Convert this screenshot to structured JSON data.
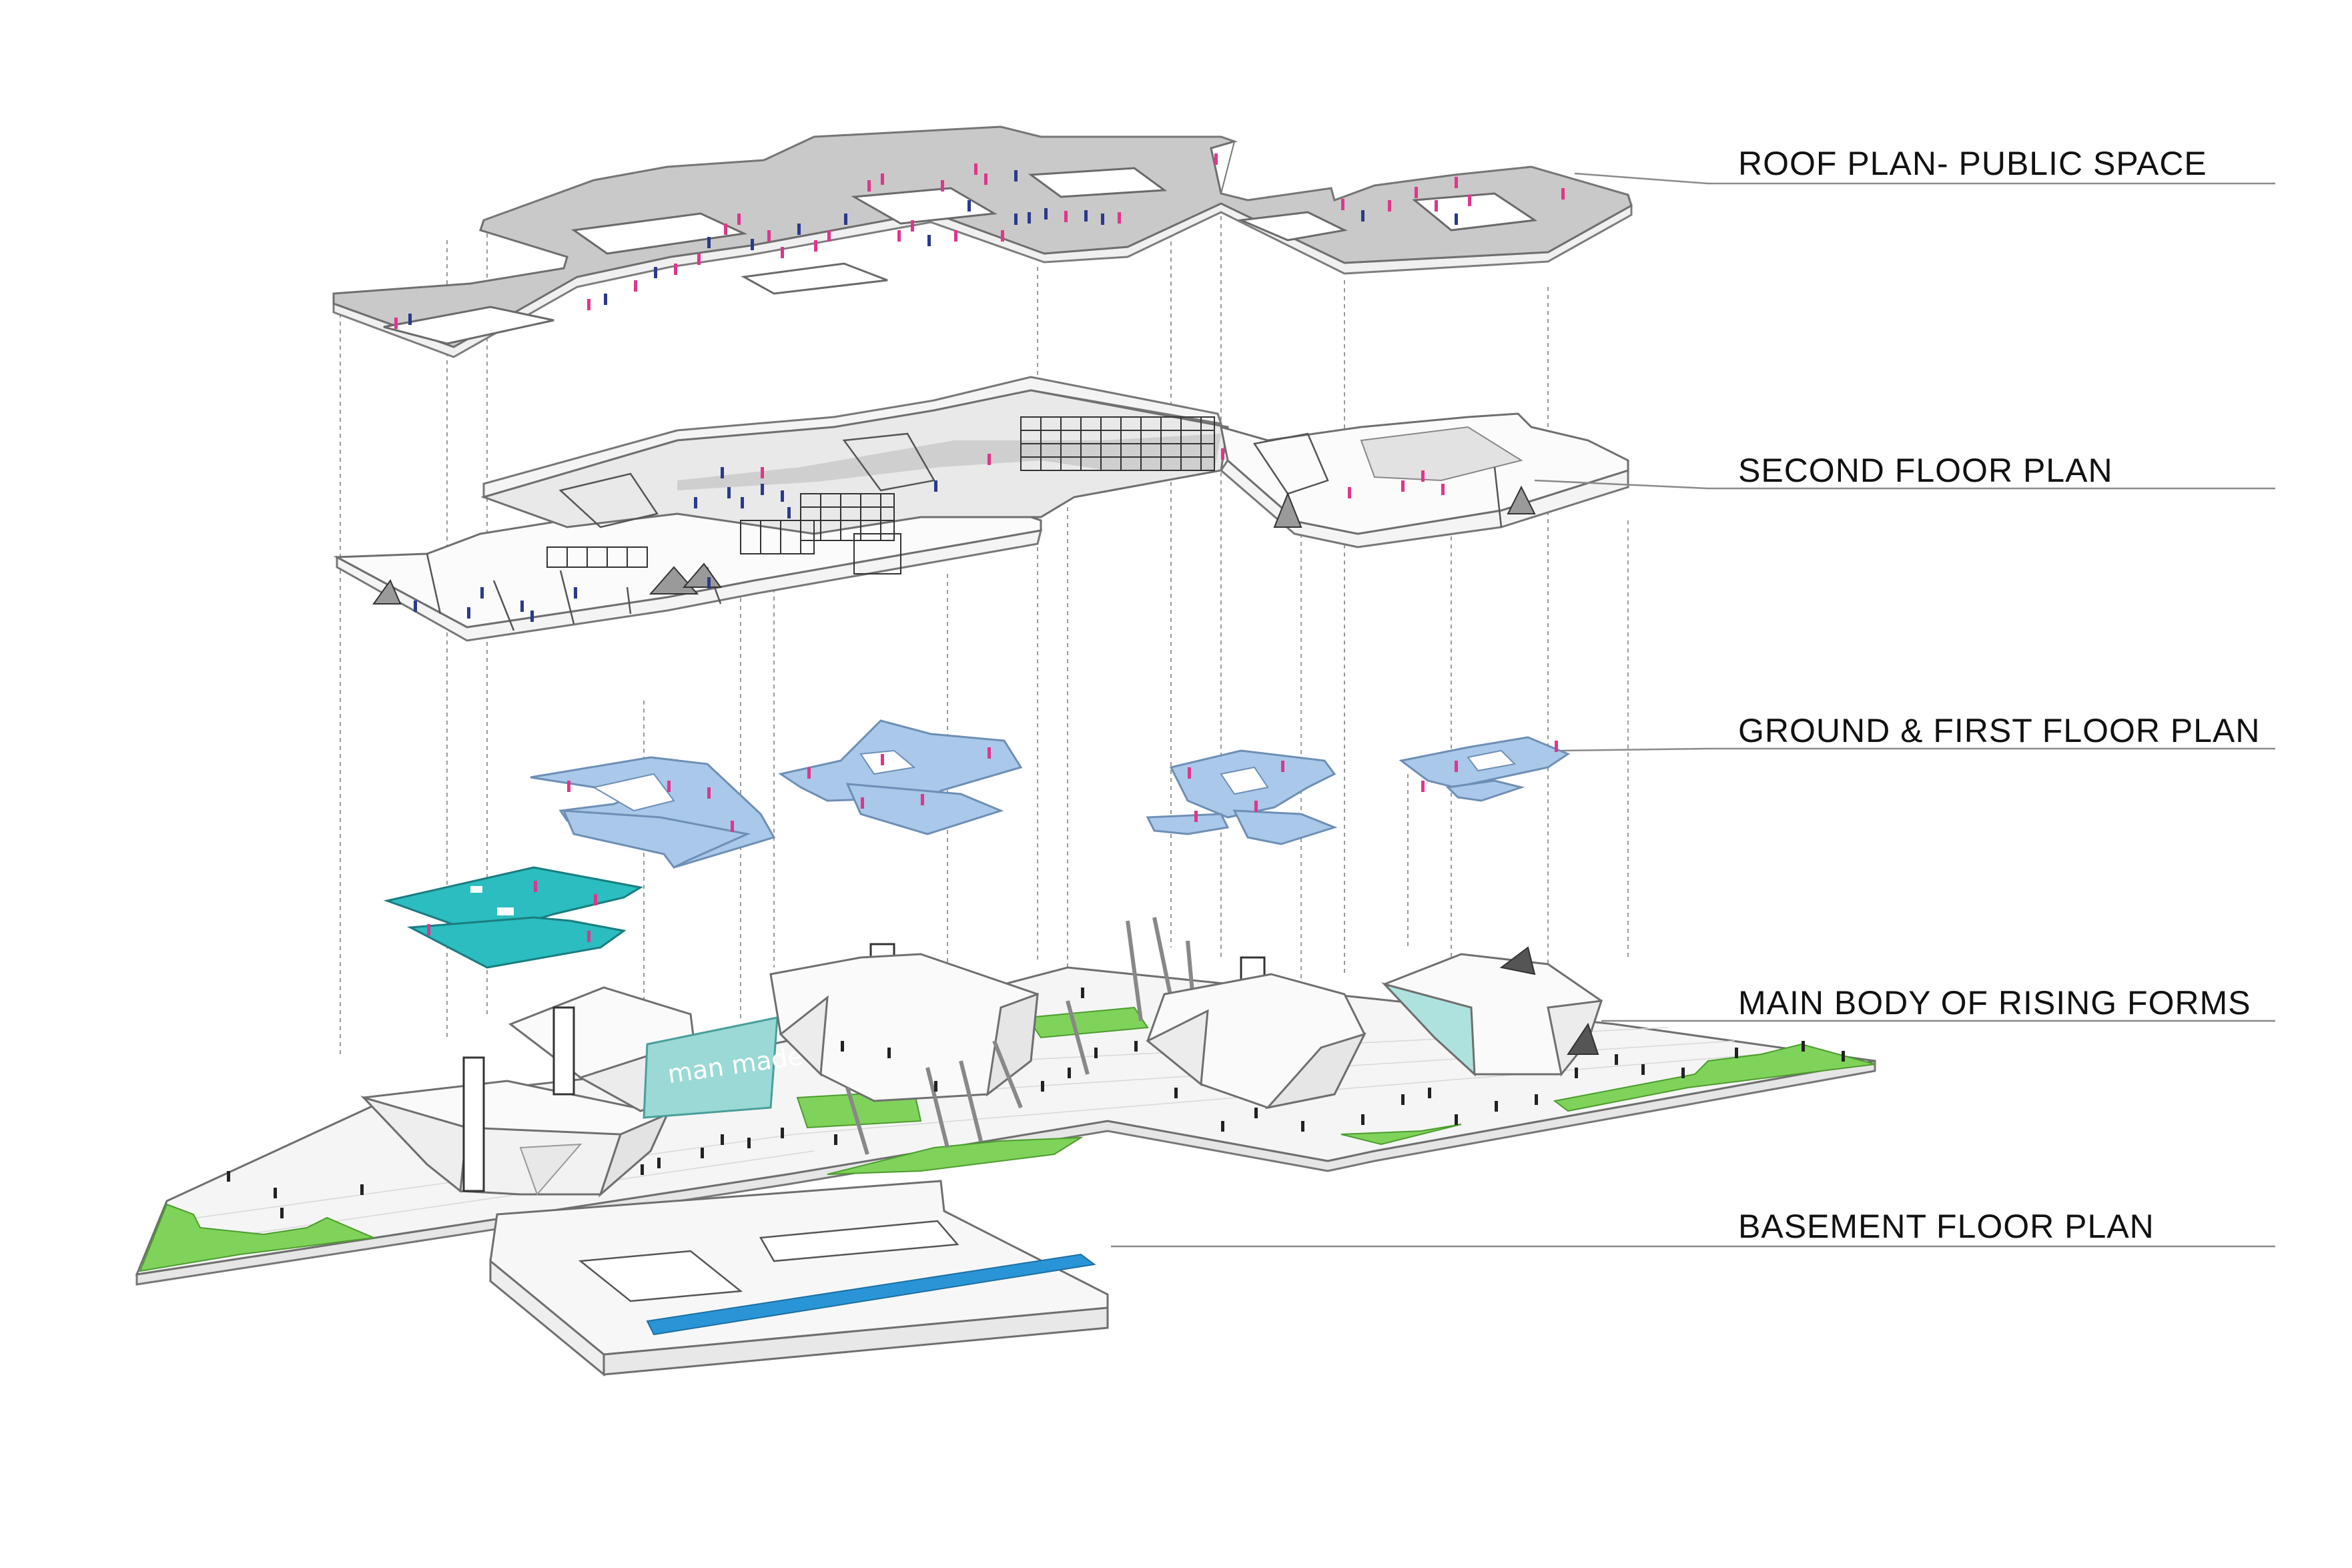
{
  "labels": {
    "roof": "ROOF PLAN- PUBLIC SPACE",
    "second": "SECOND FLOOR  PLAN",
    "ground_first": "GROUND & FIRST FLOOR  PLAN",
    "main_body": "MAIN  BODY  OF  RISING  FORMS",
    "basement": "BASEMENT  FLOOR  PLAN"
  },
  "signage_text": "man made",
  "colors": {
    "roof_slab": "#c9c9c9",
    "slab_edge": "#f2f2f2",
    "floor_plate_blue": "#a9c8ea",
    "floor_plate_teal": "#2bbdbf",
    "lawn_green": "#7fd35a",
    "pool_blue": "#2a95d6",
    "figure_pink": "#e0358c",
    "figure_navy": "#2b3a8c",
    "figure_black": "#222222",
    "leader_line": "#8a8a8a"
  }
}
